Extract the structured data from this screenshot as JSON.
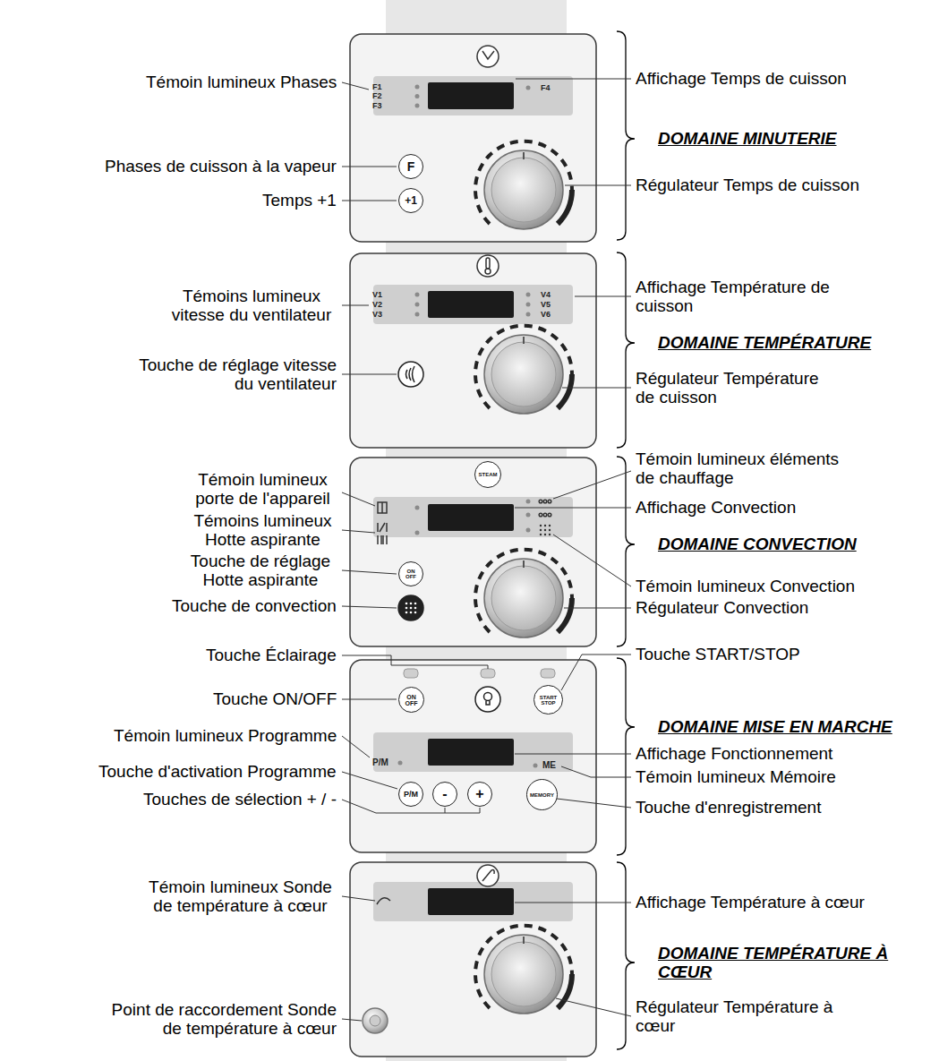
{
  "diagram": {
    "nodes": [
      {
        "text": [
          "F"
        ]
      },
      {
        "text": [
          "+1"
        ]
      },
      {
        "text": [
          "STEAM"
        ]
      },
      {
        "text": [
          "ON OFF"
        ]
      },
      {
        "text": [
          "ON OFF"
        ]
      },
      {
        "text": [
          "START STOP"
        ]
      },
      {
        "text": [
          "P/M"
        ]
      },
      {
        "text": [
          "-"
        ]
      },
      {
        "text": [
          "+"
        ]
      },
      {
        "text": [
          "MEMORY"
        ]
      }
    ],
    "labels": [
      "Témoin lumineux Phases",
      "F1",
      "F2",
      "F3",
      "F4",
      "Affichage Temps de cuisson",
      "DOMAINE MINUTERIE",
      "Phases de cuisson à la vapeur",
      "Régulateur Temps de cuisson",
      "Temps +1",
      "Affichage Température de cuisson",
      "Témoins lumineux vitesse du ventilateur",
      "V1",
      "V2",
      "V3",
      "V4",
      "V5",
      "V6",
      "DOMAINE TEMPÉRATURE",
      "Touche de réglage vitesse du ventilateur",
      "Régulateur Température de cuisson",
      "Témoin lumineux éléments de chauffage",
      "Témoin lumineux porte de l'appareil",
      "Affichage Convection",
      "Témoins lumineux Hotte aspirante",
      "DOMAINE CONVECTION",
      "Touche de réglage Hotte aspirante",
      "Témoin lumineux Convection",
      "Touche de convection",
      "Régulateur Convection",
      "Touche Éclairage",
      "Touche START/STOP",
      "Touche ON/OFF",
      "DOMAINE MISE EN MARCHE",
      "Témoin lumineux Programme",
      "P/M",
      "ME",
      "Affichage Fonctionnement",
      "Touche d'activation Programme",
      "Témoin lumineux Mémoire",
      "Touches de sélection + / -",
      "Touche d'enregistrement",
      "Témoin lumineux Sonde de température à cœur",
      "Affichage Température à cœur",
      "DOMAINE TEMPÉRATURE À CŒUR",
      "Point de raccordement Sonde de température à cœur",
      "Régulateur Température à cœur"
    ]
  }
}
